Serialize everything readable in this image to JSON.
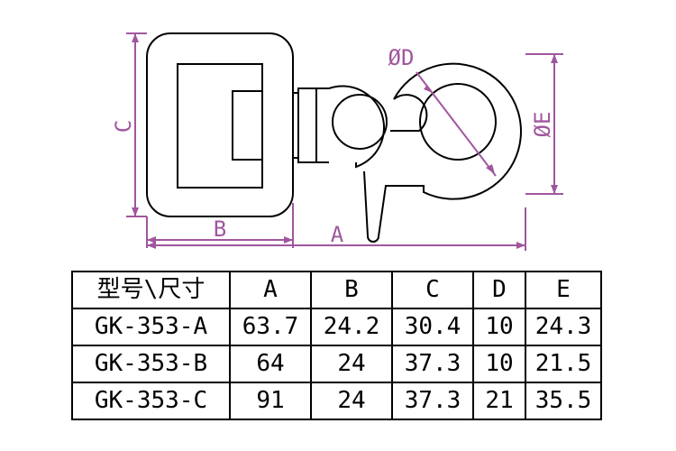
{
  "drawing": {
    "accent_color": "#a0569e",
    "outline_color": "#000000",
    "dimension_labels": {
      "A": "A",
      "B": "B",
      "C": "C",
      "D": "ØD",
      "E": "ØE"
    }
  },
  "table": {
    "headers": [
      "型号\\尺寸",
      "A",
      "B",
      "C",
      "D",
      "E"
    ],
    "rows": [
      [
        "GK-353-A",
        "63.7",
        "24.2",
        "30.4",
        "10",
        "24.3"
      ],
      [
        "GK-353-B",
        "64",
        "24",
        "37.3",
        "10",
        "21.5"
      ],
      [
        "GK-353-C",
        "91",
        "24",
        "37.3",
        "21",
        "35.5"
      ]
    ]
  }
}
